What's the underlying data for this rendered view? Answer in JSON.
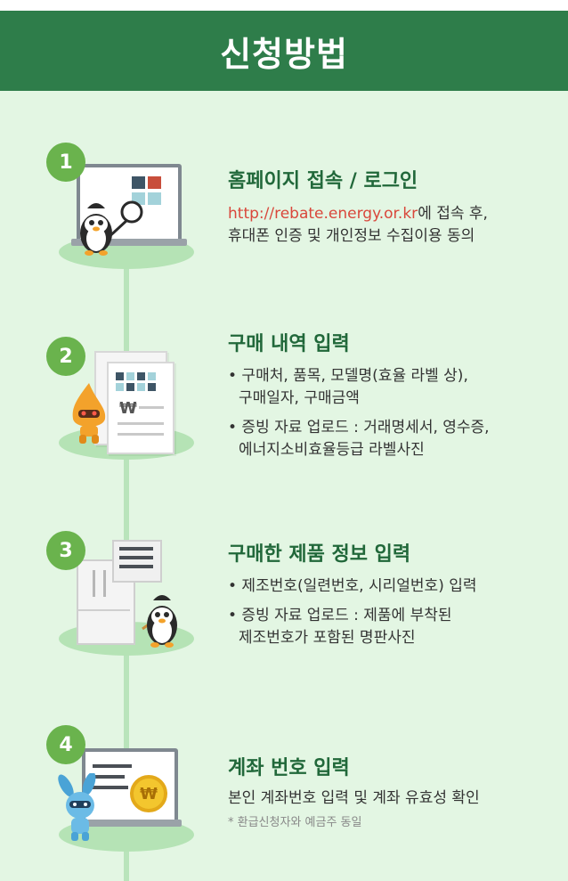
{
  "header": {
    "title": "신청방법"
  },
  "steps": [
    {
      "number": "1",
      "title": "홈페이지 접속 / 로그인",
      "link_text": "http://rebate.energy.or.kr",
      "line1_rest": "에 접속 후,",
      "line2": "휴대폰 인증 및 개인정보 수집이용 동의"
    },
    {
      "number": "2",
      "title": "구매 내역 입력",
      "bullets": [
        {
          "line1": "• 구매처, 품목, 모델명(효율 라벨 상),",
          "line2": "구매일자, 구매금액"
        },
        {
          "line1": "• 증빙 자료 업로드 : 거래명세서, 영수증,",
          "line2": "에너지소비효율등급 라벨사진"
        }
      ],
      "doc_symbol": "₩"
    },
    {
      "number": "3",
      "title": "구매한 제품 정보 입력",
      "bullets": [
        {
          "line1": "• 제조번호(일련번호, 시리얼번호) 입력",
          "line2": ""
        },
        {
          "line1": "• 증빙 자료 업로드 : 제품에 부착된",
          "line2": "제조번호가 포함된 명판사진"
        }
      ]
    },
    {
      "number": "4",
      "title": "계좌 번호 입력",
      "line1": "본인 계좌번호 입력 및 계좌 유효성 확인",
      "note": "* 환급신청자와 예금주 동일",
      "coin_symbol": "₩"
    }
  ],
  "colors": {
    "header_bg": "#2e7d4a",
    "page_bg": "#e3f6e3",
    "accent_green": "#6ab34d",
    "title_green": "#21683a",
    "link_red": "#d9473b"
  }
}
